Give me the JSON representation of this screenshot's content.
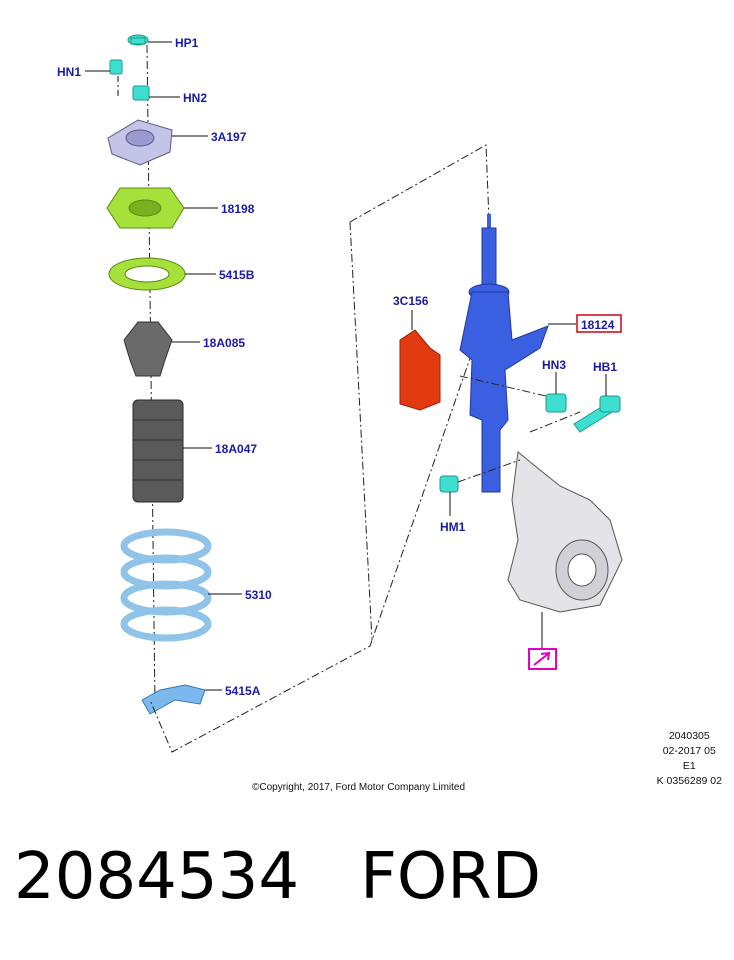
{
  "callouts": {
    "hp1": "HP1",
    "hn1": "HN1",
    "hn2": "HN2",
    "mount": "3A197",
    "upper_seat": "18198",
    "upper_insulator": "5415B",
    "bump_stop": "18A085",
    "dust_boot": "18A047",
    "spring": "5310",
    "lower_insulator": "5415A",
    "bracket": "3C156",
    "strut": "18124",
    "hn3": "HN3",
    "hb1": "HB1",
    "hm1": "HM1"
  },
  "meta": {
    "illustration_number": "2040305",
    "date_code": "02-2017 05",
    "edition": "E1",
    "catalog_code": "K 0356289 02"
  },
  "copyright": "©Copyright, 2017, Ford Motor Company Limited",
  "bottom_title": "2084534   FORD",
  "colors": {
    "callout_text": "#1a1aa6",
    "strut_blue": "#3a5fe0",
    "bracket_red": "#e23a10",
    "fastener_cyan": "#3de0d0",
    "seat_green": "#a6e03a",
    "mount_lavender": "#c4c4e8",
    "spring_blue": "#8fc4e8",
    "boot_gray": "#5a5a5a",
    "highlight_red": "#d0001c",
    "highlight_magenta": "#e000c8"
  }
}
